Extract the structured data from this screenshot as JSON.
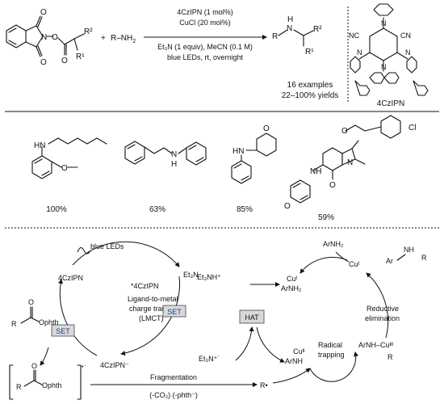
{
  "reaction": {
    "plus": "+",
    "amine": "R–NH",
    "amine_sub": "2",
    "cond_line1": "4CzIPN (1 mol%)",
    "cond_line2": "CuCl (20 mol%)",
    "cond_line3": "Et₃N (1 equiv), MeCN (0.1 M)",
    "cond_line4": "blue LEDs, rt, overnight",
    "examples": "16 examples",
    "yields": "22–100% yields",
    "reactant_labels": {
      "o": "O",
      "n": "N",
      "r2": "R²",
      "r1": "R¹"
    },
    "product_labels": {
      "r": "R",
      "nh": "N",
      "h": "H",
      "r2": "R²",
      "r1": "R¹"
    },
    "catalyst_name": "4CzIPN",
    "catalyst_labels": {
      "nc": "NC",
      "cn": "CN",
      "n": "N"
    }
  },
  "examples": [
    {
      "yield": "100%",
      "labels": [
        "HN",
        "O"
      ]
    },
    {
      "yield": "63%",
      "labels": [
        "N",
        "H"
      ]
    },
    {
      "yield": "85%",
      "labels": [
        "HN",
        "O"
      ]
    },
    {
      "yield": "59%",
      "labels": [
        "O",
        "N",
        "Cl",
        "NH",
        "O",
        "O"
      ]
    }
  ],
  "mechanism": {
    "blue_leds": "blue LEDs",
    "pc": "4CzIPN",
    "pc_excited": "*4CzIPN",
    "et3n": "Et₃N",
    "lmct_line1": "Ligand-to-metal",
    "lmct_line2": "charge transfer",
    "lmct_line3": "(LMCT)",
    "set": "SET",
    "hat": "HAT",
    "ester_r": "R",
    "ester_o": "O",
    "ester_ophth": "Ophth",
    "pc_reduced": "4CzIPN⁻",
    "et3nh_plus": "Et₃NH⁺",
    "et3n_radical_cation": "Et₃N⁺˙",
    "cu_i_top": "Cuᴵ",
    "arnh2_cu": "ArNH₂",
    "arnh2_free": "ArNH₂",
    "cu_i_right": "Cuᴵ",
    "product_ar": "Ar",
    "product_nh": "NH",
    "product_r": "R",
    "reductive_line1": "Reductive",
    "reductive_line2": "elimination",
    "cu_ii": "Cuᴵᴵ",
    "arnh": "ArNH",
    "cu_iii": "ArNH–Cuᴵᴵᴵ",
    "cu_iii_r": "R",
    "radical_line1": "Radical",
    "radical_line2": "trapping",
    "radical_anion_o": "O",
    "radical_anion_r": "R",
    "radical_anion_ophth": "Ophth",
    "radical_anion_charge": "•⁻",
    "fragmentation": "Fragmentation",
    "co2": "(-CO₂) (-phth⁻)",
    "r_radical": "R•"
  },
  "colors": {
    "set_text": "#1f3f8f",
    "box_fill": "#d9d9d9"
  }
}
